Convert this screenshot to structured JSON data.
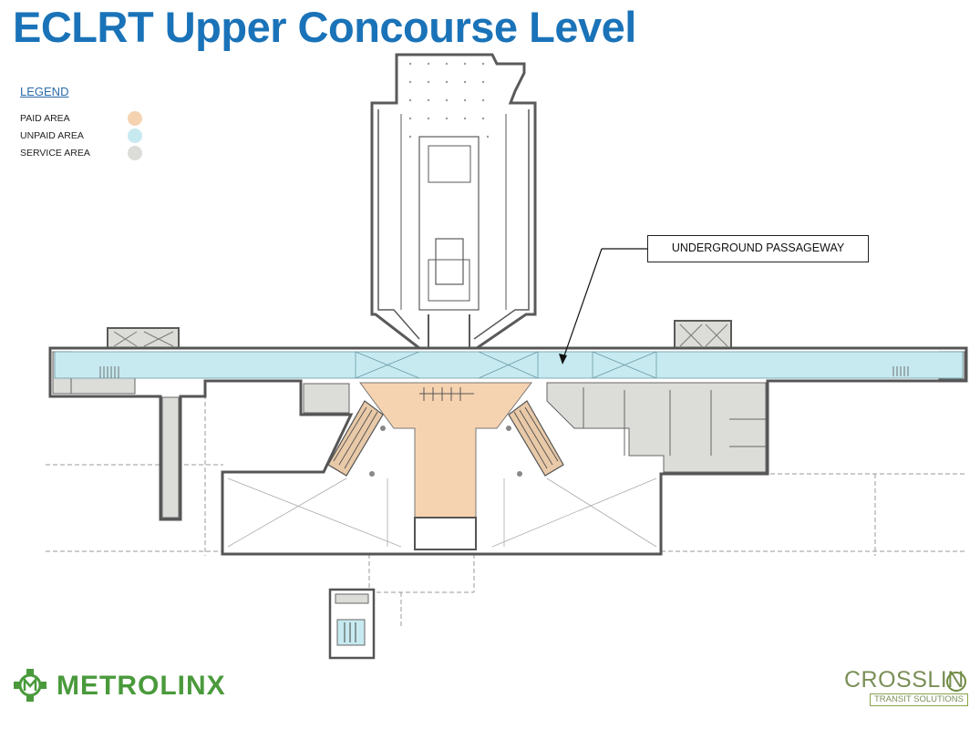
{
  "title": "ECLRT Upper Concourse Level",
  "legend": {
    "heading": "LEGEND",
    "items": [
      {
        "label": "PAID AREA",
        "color": "#f6d3b0"
      },
      {
        "label": "UNPAID AREA",
        "color": "#c7eaf0"
      },
      {
        "label": "SERVICE AREA",
        "color": "#dcdcd8"
      }
    ]
  },
  "callout": {
    "label": "UNDERGROUND PASSAGEWAY"
  },
  "logos": {
    "metrolinx": {
      "wordmark": "METROLINX",
      "color": "#4a9a3c"
    },
    "crosslinx": {
      "wordmark": "CROSSLIN",
      "tagline": "TRANSIT SOLUTIONS",
      "color": "#7a8f57"
    }
  }
}
